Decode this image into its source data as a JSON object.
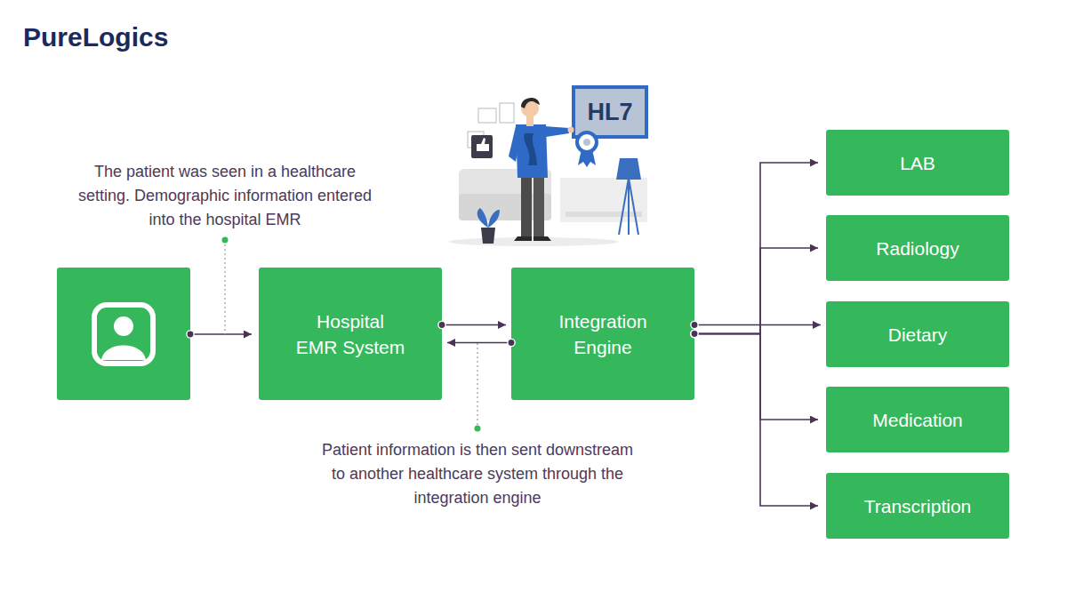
{
  "diagram": {
    "nodes": [
      {
        "text": [
          "Hospital EMR System"
        ]
      },
      {
        "text": [
          "Integration Engine"
        ]
      },
      {
        "text": [
          "LAB"
        ]
      },
      {
        "text": [
          "Radiology"
        ]
      },
      {
        "text": [
          "Dietary"
        ]
      },
      {
        "text": [
          "Medication"
        ]
      },
      {
        "text": [
          "Transcription"
        ]
      }
    ],
    "edges": [
      {
        "from": 0,
        "to": 1,
        "arrow": "to"
      },
      {
        "from": 1,
        "to": 0,
        "arrow": "to"
      },
      {
        "from": 1,
        "to": 2,
        "arrow": "to"
      },
      {
        "from": 1,
        "to": 3,
        "arrow": "to"
      },
      {
        "from": 1,
        "to": 4,
        "arrow": "to"
      },
      {
        "from": 1,
        "to": 5,
        "arrow": "to"
      },
      {
        "from": 1,
        "to": 6,
        "arrow": "to"
      }
    ],
    "labels": [
      "PureLogics",
      "HL7",
      "The patient was seen in a healthcare setting. Demographic information entered into the hospital EMR",
      "Patient information is then sent downstream to another healthcare system through the integration engine"
    ]
  }
}
